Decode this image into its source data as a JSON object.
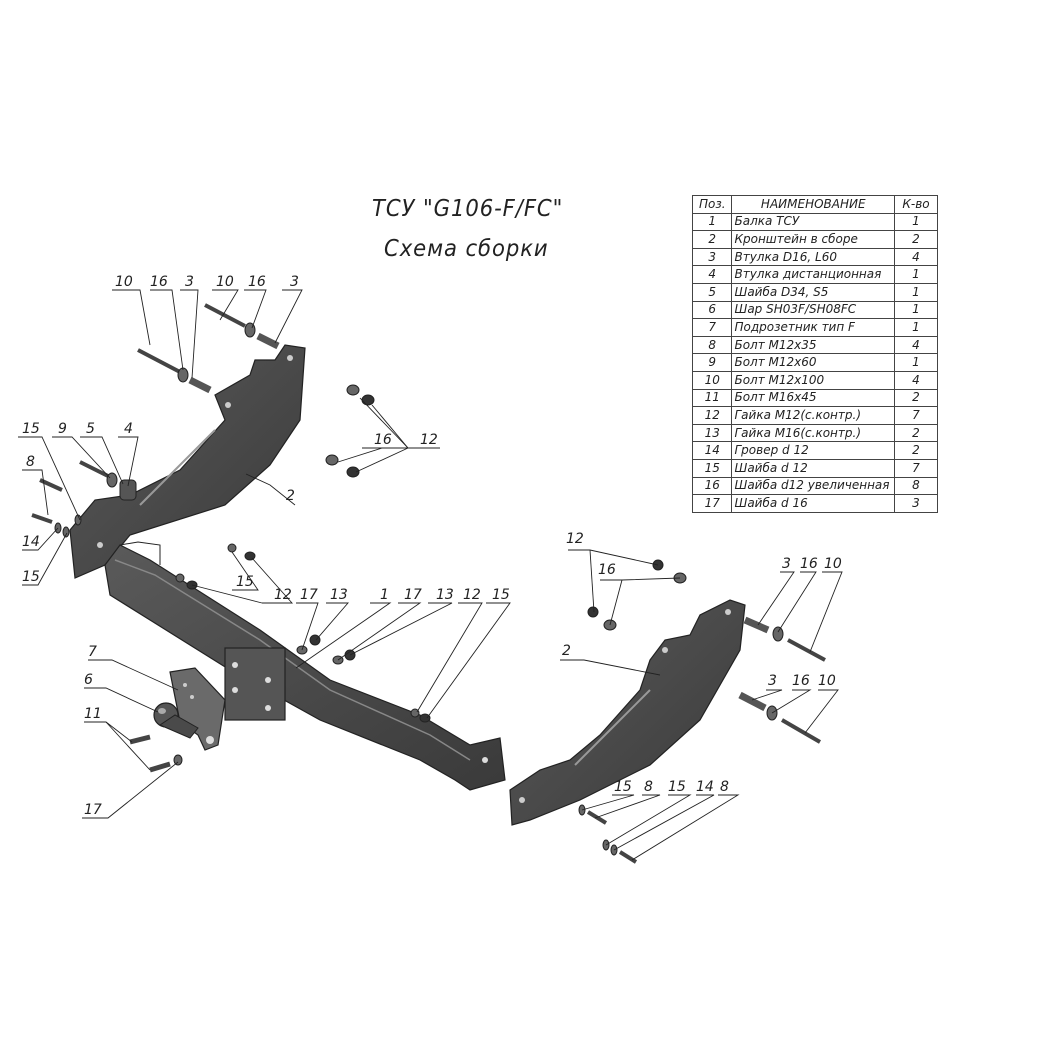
{
  "title": {
    "line1": "ТСУ \"G106-F/FC\"",
    "line2": "Схема сборки"
  },
  "spec_table": {
    "headers": {
      "pos": "Поз.",
      "name": "НАИМЕНОВАНИЕ",
      "qty": "К-во"
    },
    "rows": [
      {
        "pos": "1",
        "name": "Балка ТСУ",
        "qty": "1"
      },
      {
        "pos": "2",
        "name": "Кронштейн в сборе",
        "qty": "2"
      },
      {
        "pos": "3",
        "name": "Втулка D16, L60",
        "qty": "4"
      },
      {
        "pos": "4",
        "name": "Втулка дистанционная",
        "qty": "1"
      },
      {
        "pos": "5",
        "name": "Шайба D34, S5",
        "qty": "1"
      },
      {
        "pos": "6",
        "name": "Шар SH03F/SH08FC",
        "qty": "1"
      },
      {
        "pos": "7",
        "name": "Подрозетник тип F",
        "qty": "1"
      },
      {
        "pos": "8",
        "name": "Болт М12х35",
        "qty": "4"
      },
      {
        "pos": "9",
        "name": "Болт М12х60",
        "qty": "1"
      },
      {
        "pos": "10",
        "name": "Болт М12х100",
        "qty": "4"
      },
      {
        "pos": "11",
        "name": "Болт М16х45",
        "qty": "2"
      },
      {
        "pos": "12",
        "name": "Гайка М12(с.контр.)",
        "qty": "7"
      },
      {
        "pos": "13",
        "name": "Гайка  М16(с.контр.)",
        "qty": "2"
      },
      {
        "pos": "14",
        "name": "Гровер d 12",
        "qty": "2"
      },
      {
        "pos": "15",
        "name": "Шайба d 12",
        "qty": "7"
      },
      {
        "pos": "16",
        "name": "Шайба d12 увеличенная",
        "qty": "8"
      },
      {
        "pos": "17",
        "name": "Шайба d 16",
        "qty": "3"
      }
    ]
  },
  "callouts": {
    "c01": "10",
    "c02": "16",
    "c03": "3",
    "c04": "10",
    "c05": "16",
    "c06": "3",
    "c07": "16",
    "c08": "12",
    "c09": "15",
    "c10": "9",
    "c11": "5",
    "c12": "4",
    "c13": "8",
    "c14": "2",
    "c15": "14",
    "c16": "15",
    "c17": "15",
    "c18": "12",
    "c19": "17",
    "c20": "13",
    "c21": "1",
    "c22": "17",
    "c23": "13",
    "c24": "12",
    "c25": "15",
    "c26": "7",
    "c27": "6",
    "c28": "11",
    "c29": "17",
    "c30": "12",
    "c31": "16",
    "c32": "2",
    "c33": "3",
    "c34": "16",
    "c35": "10",
    "c36": "3",
    "c37": "16",
    "c38": "10",
    "c39": "15",
    "c40": "8",
    "c41": "15",
    "c42": "14",
    "c43": "8"
  }
}
